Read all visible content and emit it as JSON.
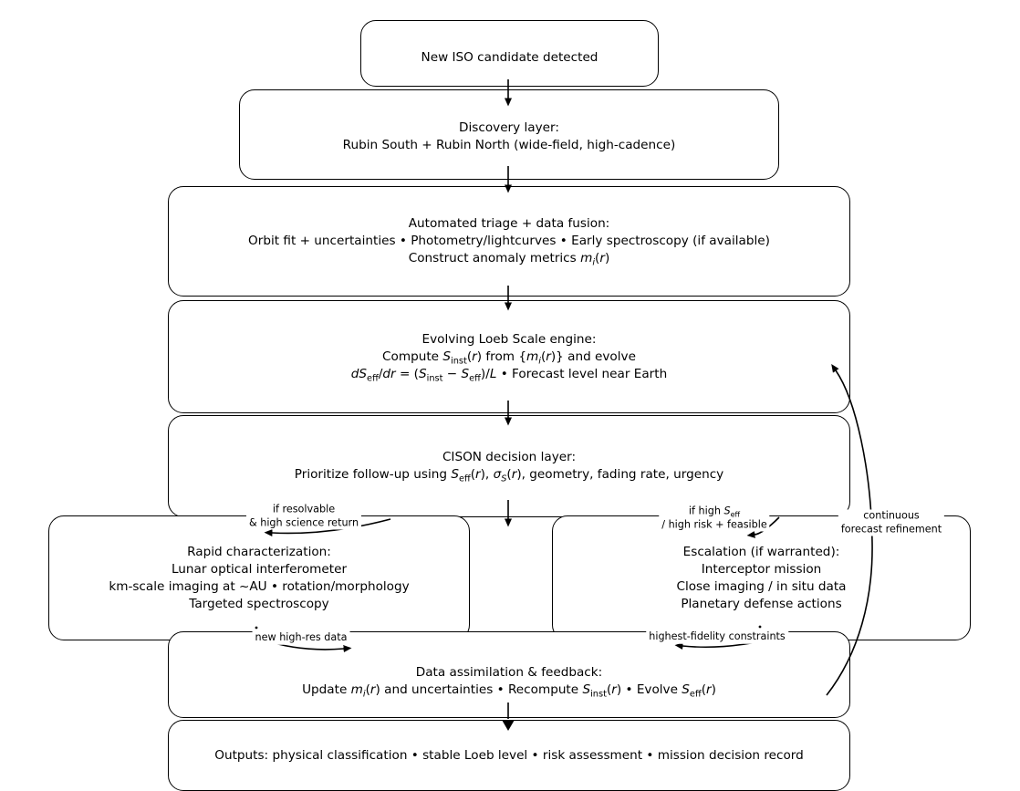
{
  "colors": {
    "background": "#ffffff",
    "node_fill": "#ffffff",
    "node_stroke": "#000000",
    "text": "#000000"
  },
  "nodes": [
    {
      "id": "iso-candidate",
      "lines": [
        "New ISO candidate detected"
      ]
    },
    {
      "id": "discovery-layer",
      "lines": [
        "Discovery layer:",
        "Rubin South + Rubin North (wide-field, high-cadence)"
      ]
    },
    {
      "id": "automated-triage",
      "lines": [
        "Automated triage + data fusion:",
        "Orbit fit + uncertainties • Photometry/lightcurves • Early spectroscopy (if available)",
        "Construct anomaly metrics <i>m<sub>i</sub></i>(<i>r</i>)"
      ]
    },
    {
      "id": "loeb-scale-engine",
      "lines": [
        "Evolving Loeb Scale engine:",
        "Compute <i>S</i><sub>inst</sub>(<i>r</i>) from {<i>m<sub>i</sub></i>(<i>r</i>)} and evolve",
        "<i>dS</i><sub>eff</sub>/<i>dr</i> = (<i>S</i><sub>inst</sub> − <i>S</i><sub>eff</sub>)/<i>L</i> • Forecast level near Earth"
      ]
    },
    {
      "id": "cison-decision-layer",
      "lines": [
        "CISON decision layer:",
        "Prioritize follow-up using <i>S</i><sub>eff</sub>(<i>r</i>), <i>σ<sub>S</sub></i>(<i>r</i>), geometry, fading rate, urgency"
      ]
    },
    {
      "id": "rapid-characterization",
      "lines": [
        "Rapid characterization:",
        "Lunar optical interferometer",
        "km-scale imaging at ~AU • rotation/morphology",
        "Targeted spectroscopy"
      ]
    },
    {
      "id": "escalation",
      "lines": [
        "Escalation (if warranted):",
        "Interceptor mission",
        "Close imaging / in situ data",
        "Planetary defense actions"
      ]
    },
    {
      "id": "data-assimilation",
      "lines": [
        "Data assimilation &amp; feedback:",
        "Update <i>m<sub>i</sub></i>(<i>r</i>) and uncertainties • Recompute <i>S</i><sub>inst</sub>(<i>r</i>) • Evolve <i>S</i><sub>eff</sub>(<i>r</i>)"
      ]
    },
    {
      "id": "outputs",
      "lines": [
        "Outputs: physical classification • stable Loeb level • risk assessment • mission decision record"
      ]
    }
  ],
  "edge_labels": {
    "left_condition": [
      "if resolvable",
      "&amp; high science return"
    ],
    "right_condition": [
      "if high <i>S</i><sub>eff</sub>",
      "/ high risk + feasible"
    ],
    "feedback": [
      "continuous",
      "forecast refinement"
    ],
    "left_return": [
      "new high-res data"
    ],
    "right_return": [
      "highest-fidelity constraints"
    ]
  },
  "edges": [
    {
      "from": "iso-candidate",
      "to": "discovery-layer"
    },
    {
      "from": "discovery-layer",
      "to": "automated-triage"
    },
    {
      "from": "automated-triage",
      "to": "loeb-scale-engine"
    },
    {
      "from": "loeb-scale-engine",
      "to": "cison-decision-layer"
    },
    {
      "from": "cison-decision-layer",
      "to": "data-assimilation"
    },
    {
      "from": "cison-decision-layer",
      "to": "rapid-characterization",
      "label": "if resolvable & high science return"
    },
    {
      "from": "cison-decision-layer",
      "to": "escalation",
      "label": "if high S_eff / high risk + feasible"
    },
    {
      "from": "rapid-characterization",
      "to": "data-assimilation",
      "label": "new high-res data"
    },
    {
      "from": "escalation",
      "to": "data-assimilation",
      "label": "highest-fidelity constraints"
    },
    {
      "from": "data-assimilation",
      "to": "loeb-scale-engine",
      "label": "continuous forecast refinement"
    },
    {
      "from": "data-assimilation",
      "to": "outputs"
    }
  ]
}
